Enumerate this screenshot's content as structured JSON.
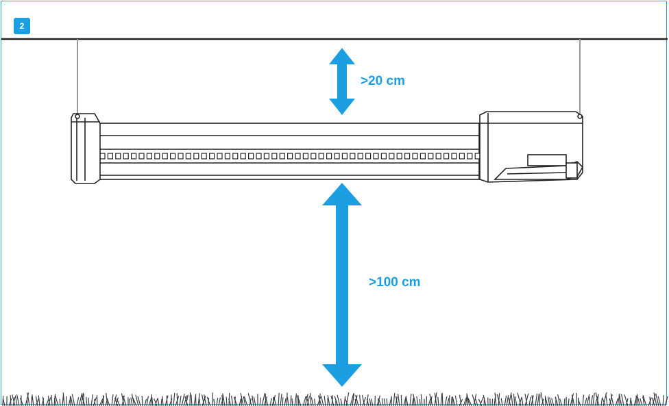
{
  "step_number": "2",
  "dimensions": {
    "upper_clearance": ">20 cm",
    "lower_clearance": ">100 cm"
  },
  "colors": {
    "accent": "#1b9fe0",
    "frame": "#29a0dc",
    "line": "#222222",
    "wire": "#9a9a9a",
    "grass": "#3a3a3a"
  },
  "icons": [
    "ceiling-line",
    "hanging-wire",
    "led-light-bar",
    "double-arrow",
    "grass"
  ]
}
